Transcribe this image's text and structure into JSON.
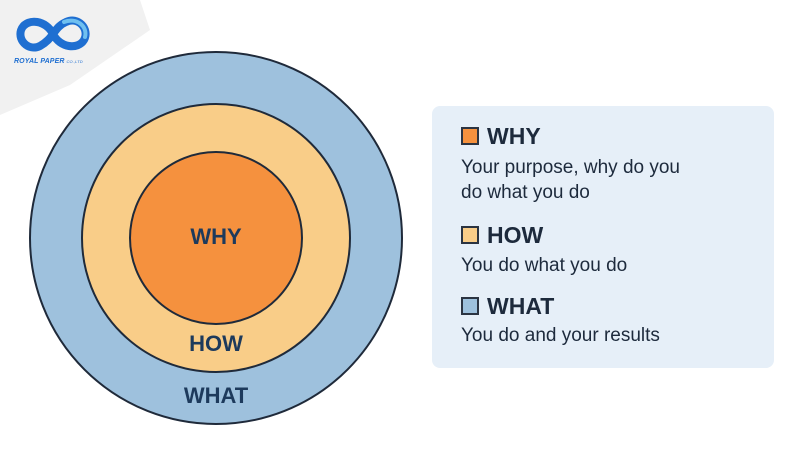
{
  "brand": {
    "name": "ROYAL PAPER",
    "suffix": "CO.,LTD",
    "color": "#1f6fd1"
  },
  "circles": [
    {
      "label": "WHY",
      "color": "#f5913e"
    },
    {
      "label": "HOW",
      "color": "#f9cd88"
    },
    {
      "label": "WHAT",
      "color": "#9ec1dd"
    }
  ],
  "legend": {
    "background": "#e6eff8",
    "items": [
      {
        "title": "WHY",
        "description_lines": [
          "Your purpose, why do you",
          "do what you do"
        ],
        "color": "#f5913e"
      },
      {
        "title": "HOW",
        "description_lines": [
          "You do what you do"
        ],
        "color": "#f9cd88"
      },
      {
        "title": "WHAT",
        "description_lines": [
          "You do and your results"
        ],
        "color": "#9ec1dd"
      }
    ]
  }
}
